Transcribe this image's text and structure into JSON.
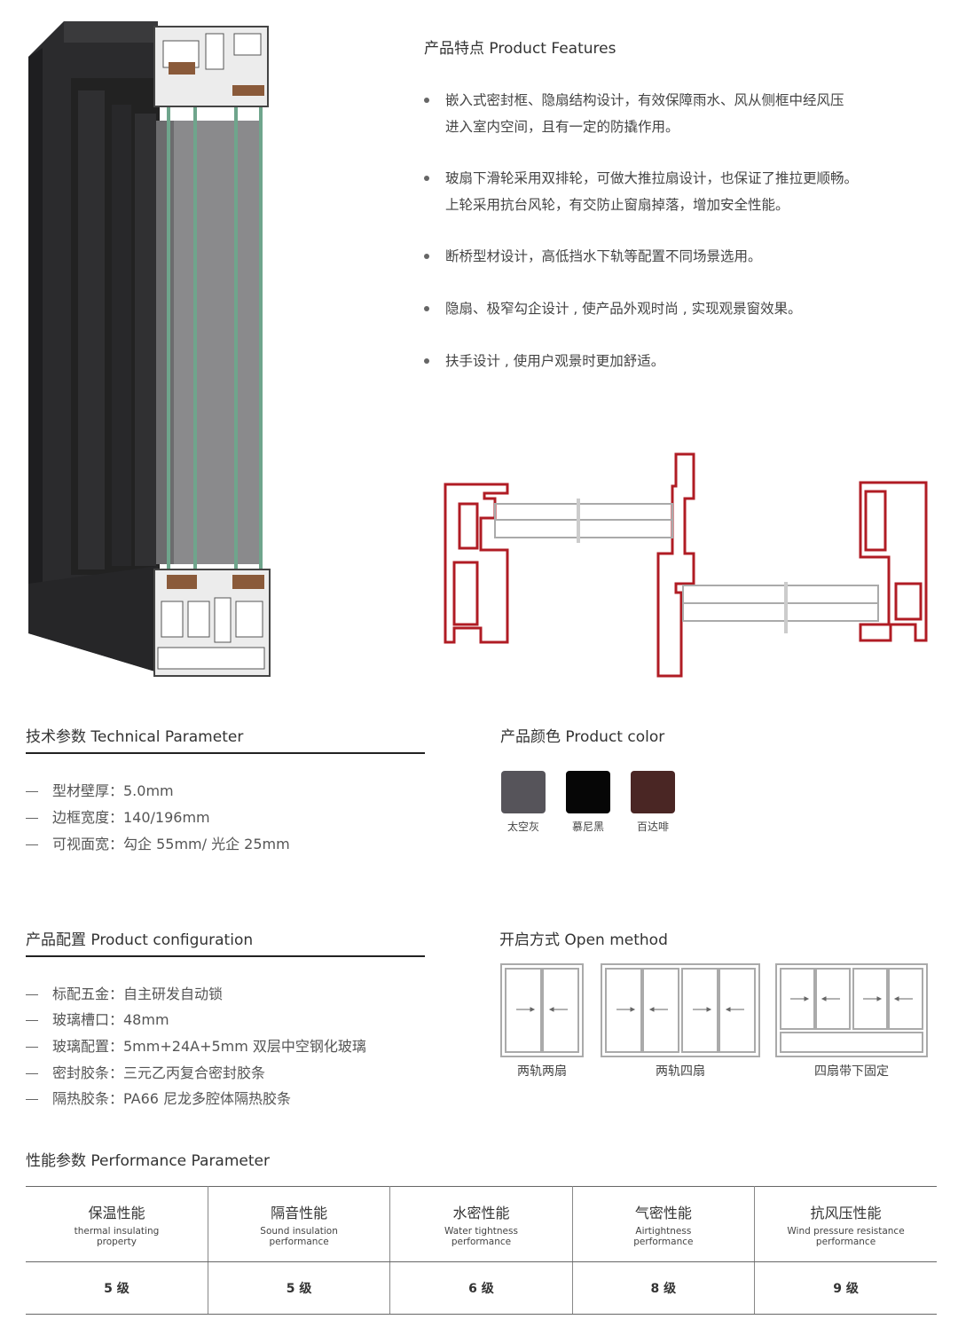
{
  "features": {
    "title": "产品特点 Product Features",
    "items": [
      {
        "line1": "嵌入式密封框、隐扇结构设计，有效保障雨水、风从侧框中经风压",
        "line2": "进入室内空间，且有一定的防撬作用。"
      },
      {
        "line1": "玻扇下滑轮采用双排轮，可做大推拉扇设计，也保证了推拉更顺畅。",
        "line2": "上轮采用抗台风轮，有交防止窗扇掉落，增加安全性能。"
      },
      {
        "line1": "断桥型材设计，高低挡水下轨等配置不同场景选用。",
        "line2": ""
      },
      {
        "line1": "隐扇、极窄勾企设计 , 使产品外观时尚 , 实现观景窗效果。",
        "line2": ""
      },
      {
        "line1": "扶手设计 , 使用户观景时更加舒适。",
        "line2": ""
      }
    ]
  },
  "technical": {
    "title": "技术参数   Technical Parameter",
    "items": [
      "型材壁厚：5.0mm",
      "边框宽度：140/196mm",
      "可视面宽：勾企 55mm/ 光企 25mm"
    ]
  },
  "color": {
    "title": "产品颜色 Product color",
    "swatches": [
      {
        "label": "太空灰",
        "color": "#56545a"
      },
      {
        "label": "慕尼黑",
        "color": "#060606"
      },
      {
        "label": "百达啡",
        "color": "#4a2624"
      }
    ]
  },
  "configuration": {
    "title": "产品配置   Product configuration",
    "items": [
      "标配五金：自主研发自动锁",
      "玻璃槽口：48mm",
      "玻璃配置：5mm+24A+5mm 双层中空钢化玻璃",
      "密封胶条：三元乙丙复合密封胶条",
      "隔热胶条：PA66 尼龙多腔体隔热胶条"
    ]
  },
  "open_method": {
    "title": "开启方式 Open method",
    "labels": [
      "两轨两扇",
      "两轨四扇",
      "四扇带下固定"
    ]
  },
  "performance": {
    "title": "性能参数   Performance Parameter",
    "columns": [
      {
        "cn": "保温性能",
        "en1": "thermal insulating",
        "en2": "property",
        "value": "5 级"
      },
      {
        "cn": "隔音性能",
        "en1": "Sound insulation",
        "en2": "performance",
        "value": "5 级"
      },
      {
        "cn": "水密性能",
        "en1": "Water tightness",
        "en2": "performance",
        "value": "6 级"
      },
      {
        "cn": "气密性能",
        "en1": "Airtightness",
        "en2": "performance",
        "value": "8 级"
      },
      {
        "cn": "抗风压性能",
        "en1": "Wind pressure resistance",
        "en2": "performance",
        "value": "9 级"
      }
    ]
  }
}
